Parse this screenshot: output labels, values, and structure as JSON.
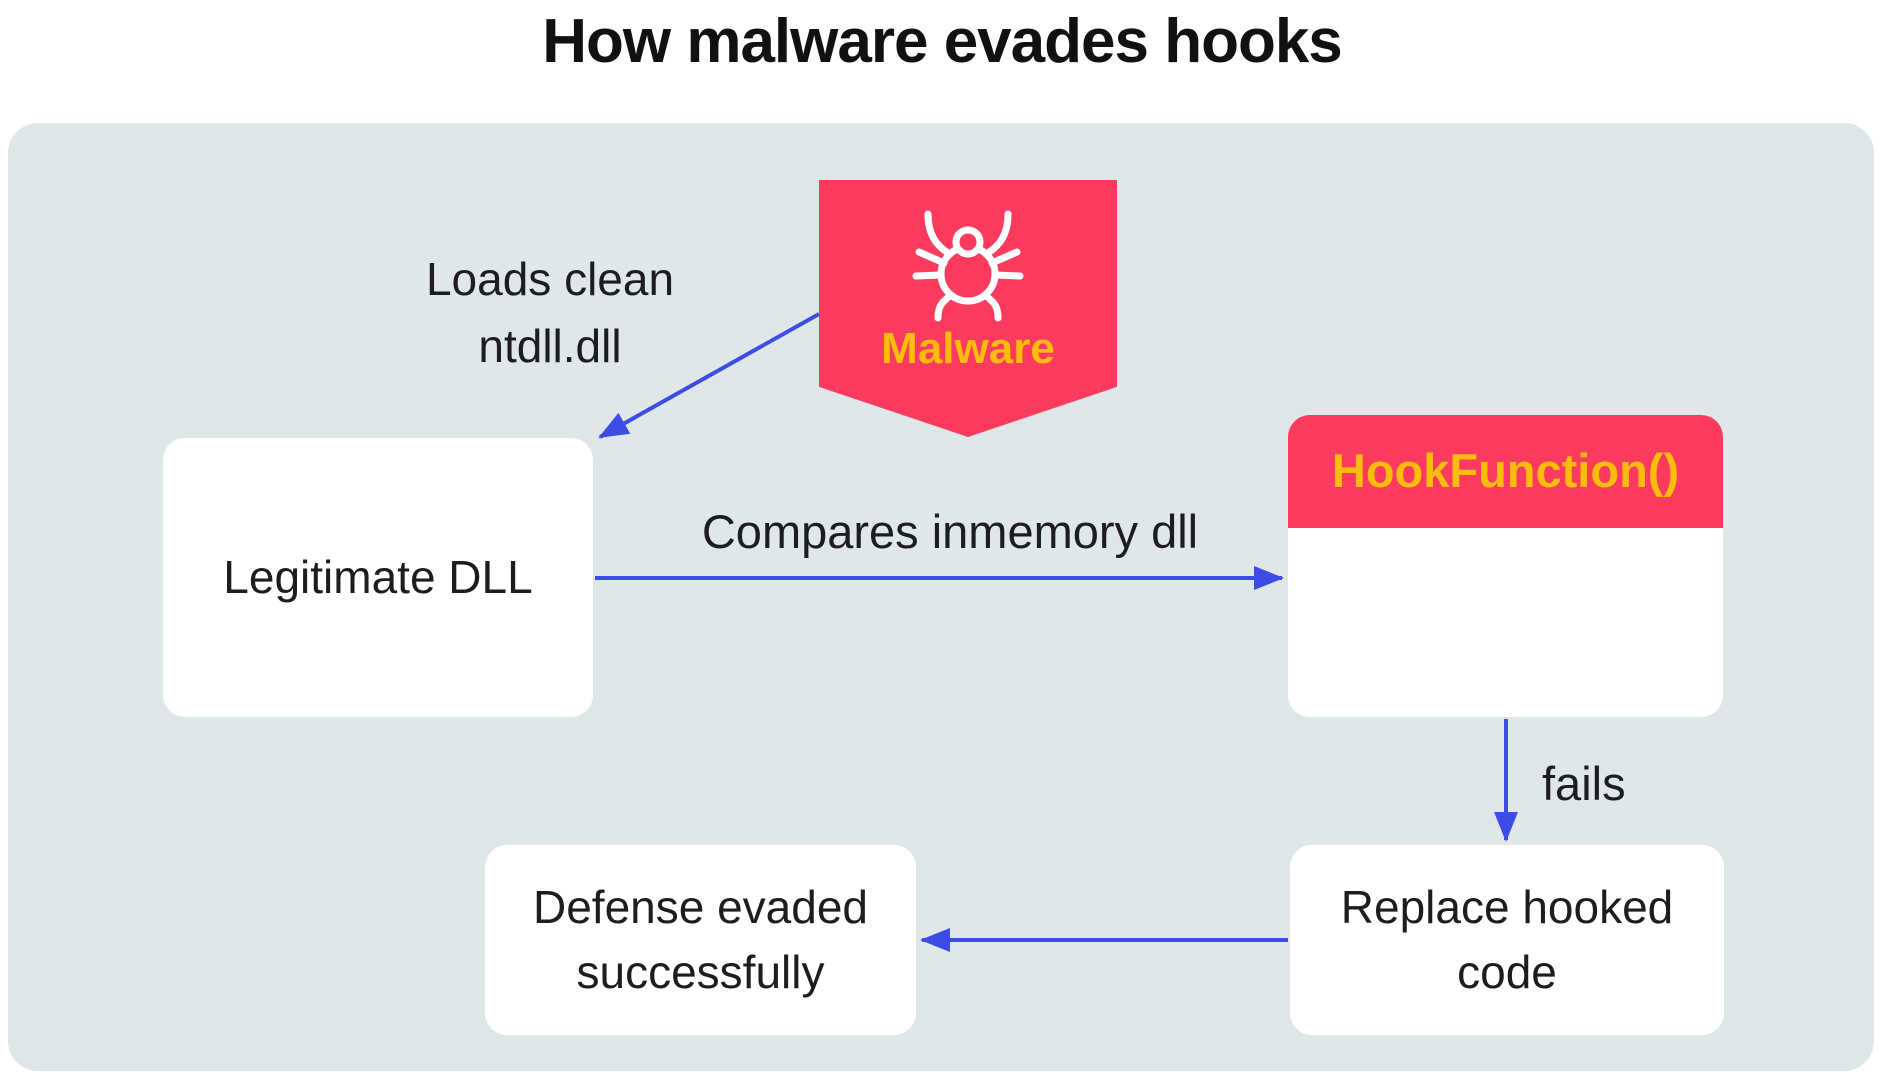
{
  "title": "How malware evades hooks",
  "colors": {
    "badge_red": "#fa3b5d",
    "label_yellow": "#fbbd0b",
    "arrow_blue": "#3c4ce4",
    "canvas_background": "#e0e7e9",
    "node_background": "#ffffff",
    "text_dark": "#1d1d1f"
  },
  "badge": {
    "label": "Malware",
    "icon": "bug-icon"
  },
  "nodes": {
    "legitimate_dll": {
      "label": "Legitimate DLL"
    },
    "hook_function": {
      "header_label": "HookFunction()"
    },
    "replace_hooked_code": {
      "line1": "Replace hooked",
      "line2": "code"
    },
    "defense_evaded": {
      "line1": "Defense evaded",
      "line2": "successfully"
    }
  },
  "edge_labels": {
    "loads_clean": {
      "line1": "Loads clean",
      "line2": "ntdll.dll"
    },
    "compares_inmemory": "Compares inmemory dll",
    "fails": "fails"
  }
}
